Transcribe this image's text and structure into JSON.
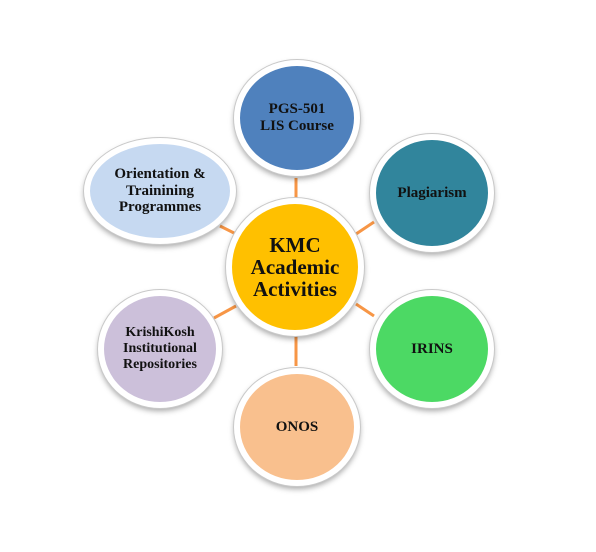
{
  "diagram": {
    "center": {
      "label": "KMC\nAcademic\nActivities",
      "color": "#FFC000"
    },
    "nodes": [
      {
        "id": "pgs-501",
        "label": "PGS-501\nLIS Course",
        "color": "#4F81BD"
      },
      {
        "id": "plagiarism",
        "label": "Plagiarism",
        "color": "#31859C"
      },
      {
        "id": "irins",
        "label": "IRINS",
        "color": "#4CD964"
      },
      {
        "id": "onos",
        "label": "ONOS",
        "color": "#F9C08E"
      },
      {
        "id": "krishikosh",
        "label": "KrishiKosh\nInstitutional\nRepositories",
        "color": "#CCC0DA"
      },
      {
        "id": "orientation",
        "label": "Orientation &\nTrainining\nProgrammes",
        "color": "#C6D9F1"
      }
    ],
    "connector_color": "#F79646"
  }
}
